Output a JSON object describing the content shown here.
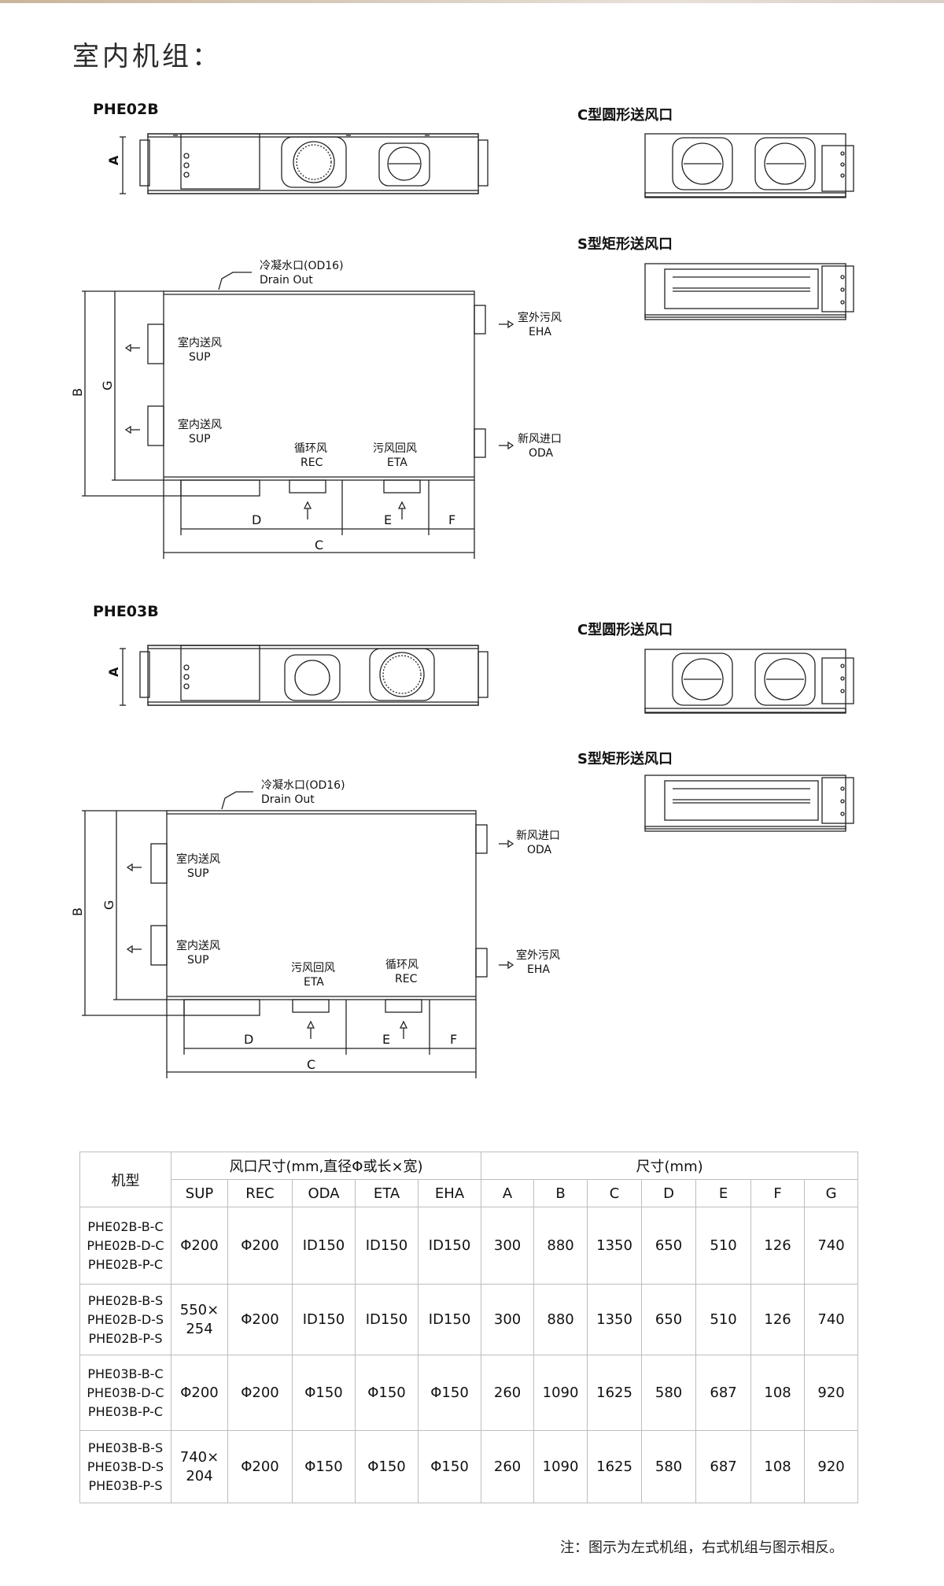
{
  "page": {
    "heading": "室内机组：",
    "note": "注：图示为左式机组，右式机组与图示相反。"
  },
  "drawings": [
    {
      "model": "PHE02B",
      "dim_a": "A",
      "c_outlet_label": "C型圆形送风口",
      "s_outlet_label": "S型矩形送风口",
      "drain_cn": "冷凝水口(OD16)",
      "drain_en": "Drain Out",
      "left_ports": [
        {
          "cn": "室内送风",
          "en": "SUP"
        },
        {
          "cn": "室内送风",
          "en": "SUP"
        }
      ],
      "bottom_ports": [
        {
          "cn": "循环风",
          "en": "REC"
        },
        {
          "cn": "污风回风",
          "en": "ETA"
        }
      ],
      "right_ports": [
        {
          "cn": "室外污风",
          "en": "EHA"
        },
        {
          "cn": "新风进口",
          "en": "ODA"
        }
      ],
      "dims": {
        "B": "B",
        "G": "G",
        "C": "C",
        "D": "D",
        "E": "E",
        "F": "F"
      }
    },
    {
      "model": "PHE03B",
      "dim_a": "A",
      "c_outlet_label": "C型圆形送风口",
      "s_outlet_label": "S型矩形送风口",
      "drain_cn": "冷凝水口(OD16)",
      "drain_en": "Drain Out",
      "left_ports": [
        {
          "cn": "室内送风",
          "en": "SUP"
        },
        {
          "cn": "室内送风",
          "en": "SUP"
        }
      ],
      "bottom_ports": [
        {
          "cn": "污风回风",
          "en": "ETA"
        },
        {
          "cn": "循环风",
          "en": "REC"
        }
      ],
      "right_ports": [
        {
          "cn": "新风进口",
          "en": "ODA"
        },
        {
          "cn": "室外污风",
          "en": "EHA"
        }
      ],
      "dims": {
        "B": "B",
        "G": "G",
        "C": "C",
        "D": "D",
        "E": "E",
        "F": "F"
      }
    }
  ],
  "table": {
    "model_header": "机型",
    "port_group_header": "风口尺寸(mm,直径Φ或长×宽)",
    "size_group_header": "尺寸(mm)",
    "port_columns": [
      "SUP",
      "REC",
      "ODA",
      "ETA",
      "EHA"
    ],
    "size_columns": [
      "A",
      "B",
      "C",
      "D",
      "E",
      "F",
      "G"
    ],
    "rows": [
      {
        "models": [
          "PHE02B-B-C",
          "PHE02B-D-C",
          "PHE02B-P-C"
        ],
        "ports": [
          "Φ200",
          "Φ200",
          "ID150",
          "ID150",
          "ID150"
        ],
        "sizes": [
          "300",
          "880",
          "1350",
          "650",
          "510",
          "126",
          "740"
        ]
      },
      {
        "models": [
          "PHE02B-B-S",
          "PHE02B-D-S",
          "PHE02B-P-S"
        ],
        "ports": [
          "550×\n254",
          "Φ200",
          "ID150",
          "ID150",
          "ID150"
        ],
        "sizes": [
          "300",
          "880",
          "1350",
          "650",
          "510",
          "126",
          "740"
        ]
      },
      {
        "models": [
          "PHE03B-B-C",
          "PHE03B-D-C",
          "PHE03B-P-C"
        ],
        "ports": [
          "Φ200",
          "Φ200",
          "Φ150",
          "Φ150",
          "Φ150"
        ],
        "sizes": [
          "260",
          "1090",
          "1625",
          "580",
          "687",
          "108",
          "920"
        ]
      },
      {
        "models": [
          "PHE03B-B-S",
          "PHE03B-D-S",
          "PHE03B-P-S"
        ],
        "ports": [
          "740×\n204",
          "Φ200",
          "Φ150",
          "Φ150",
          "Φ150"
        ],
        "sizes": [
          "260",
          "1090",
          "1625",
          "580",
          "687",
          "108",
          "920"
        ]
      }
    ]
  }
}
